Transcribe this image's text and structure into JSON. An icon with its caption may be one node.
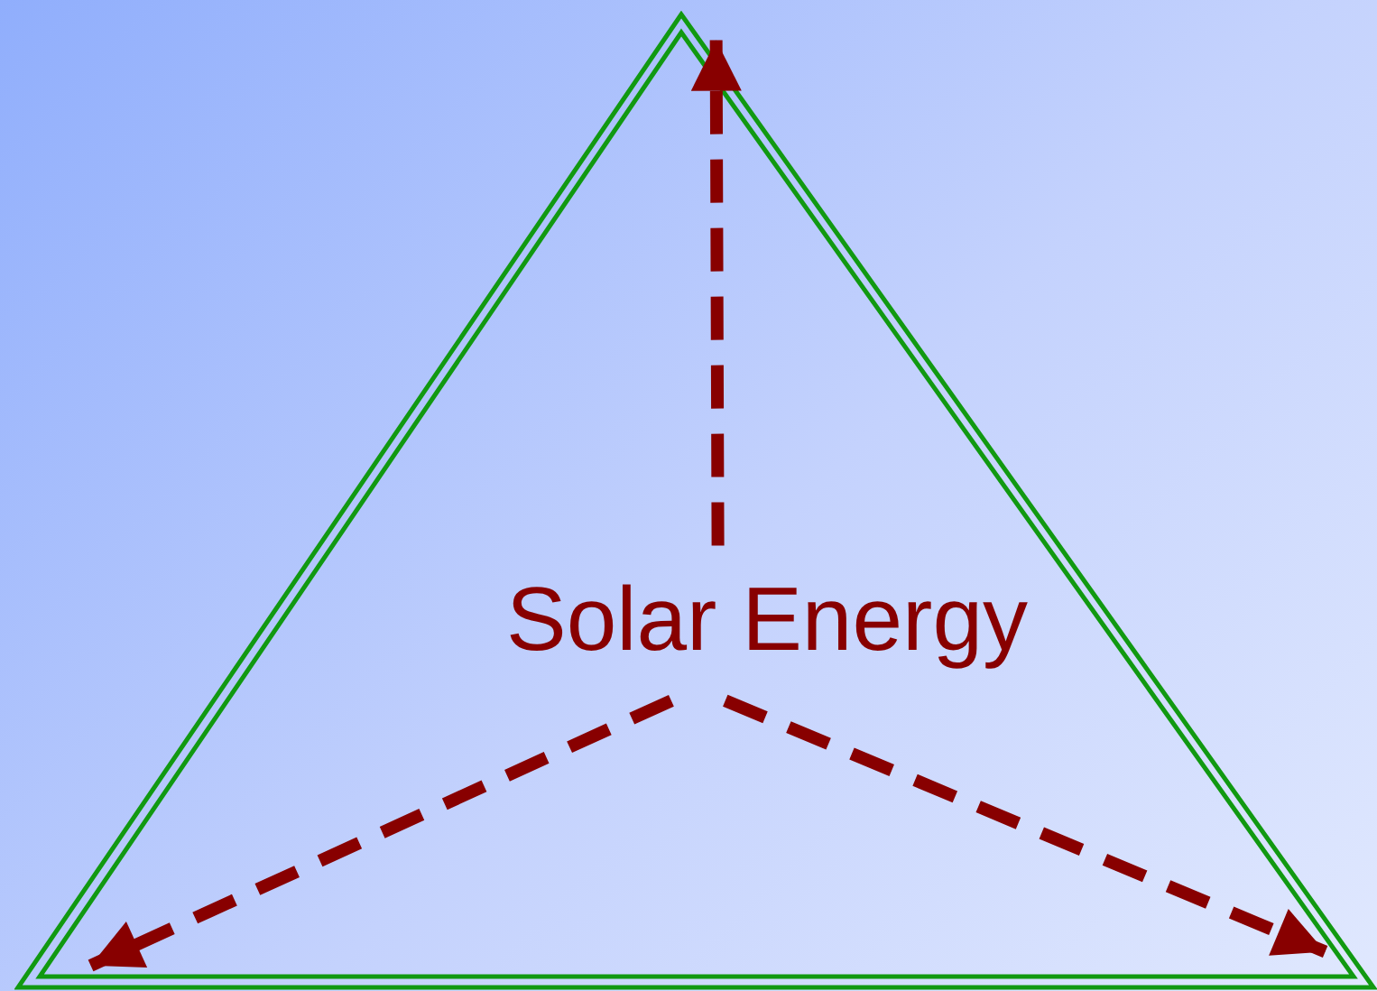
{
  "diagram": {
    "nodes": [
      {
        "text": [],
        "shape": "triangle"
      },
      {
        "text": [
          "Solar Energy"
        ],
        "in": 0
      }
    ],
    "edges": [
      {
        "from": 1,
        "to": 0,
        "arrow": "to",
        "style": "dashed"
      },
      {
        "from": 1,
        "to": 0,
        "arrow": "to",
        "style": "dashed"
      },
      {
        "from": 1,
        "to": 0,
        "arrow": "to",
        "style": "dashed"
      }
    ]
  }
}
